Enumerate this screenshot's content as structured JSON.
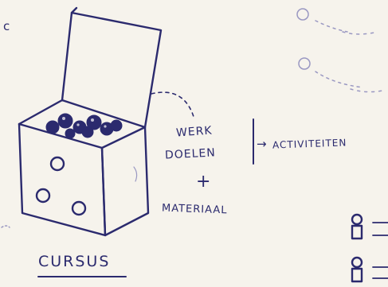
{
  "labels": {
    "corner_letter": "c",
    "werk": "WERK",
    "doelen": "DOELEN",
    "plus": "+",
    "materiaal": "MATERIAAL",
    "arrow": "→",
    "activiteiten": "ACTIVITEITEN",
    "cursus": "CURSUS"
  },
  "colors": {
    "ink": "#2b2a6e",
    "paper": "#f6f3ec"
  },
  "icons": [
    "box-icon",
    "ball-icon",
    "circle-icon",
    "person-icon"
  ]
}
